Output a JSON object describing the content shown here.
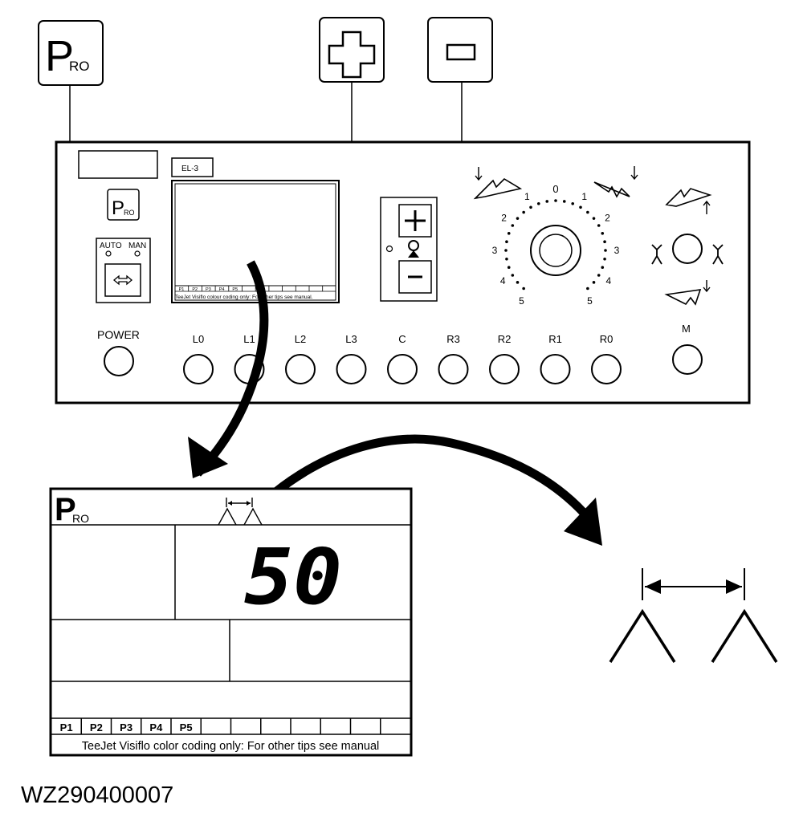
{
  "legend_keys": {
    "pro": {
      "big": "P",
      "small": "RO"
    },
    "plus": "+",
    "minus": "−"
  },
  "panel": {
    "el_label": "EL-3",
    "mode": {
      "auto": "AUTO",
      "man": "MAN"
    },
    "power_label": "POWER",
    "section_buttons": [
      "L0",
      "L1",
      "L2",
      "L3",
      "C",
      "R3",
      "R2",
      "R1",
      "R0"
    ],
    "m_label": "M",
    "knob_scale": {
      "top": "0",
      "left": [
        "1",
        "2",
        "3",
        "4",
        "5"
      ],
      "right": [
        "1",
        "2",
        "3",
        "4",
        "5"
      ]
    },
    "mini_footer": "TeeJet Visiflo colour coding only: For other tips see manual."
  },
  "display": {
    "logo": {
      "big": "P",
      "small": "RO"
    },
    "value": "50",
    "presets": [
      "P1",
      "P2",
      "P3",
      "P4",
      "P5"
    ],
    "footer": "TeeJet Visiflo color coding only: For other tips see manual"
  },
  "figure_id": "WZ290400007"
}
